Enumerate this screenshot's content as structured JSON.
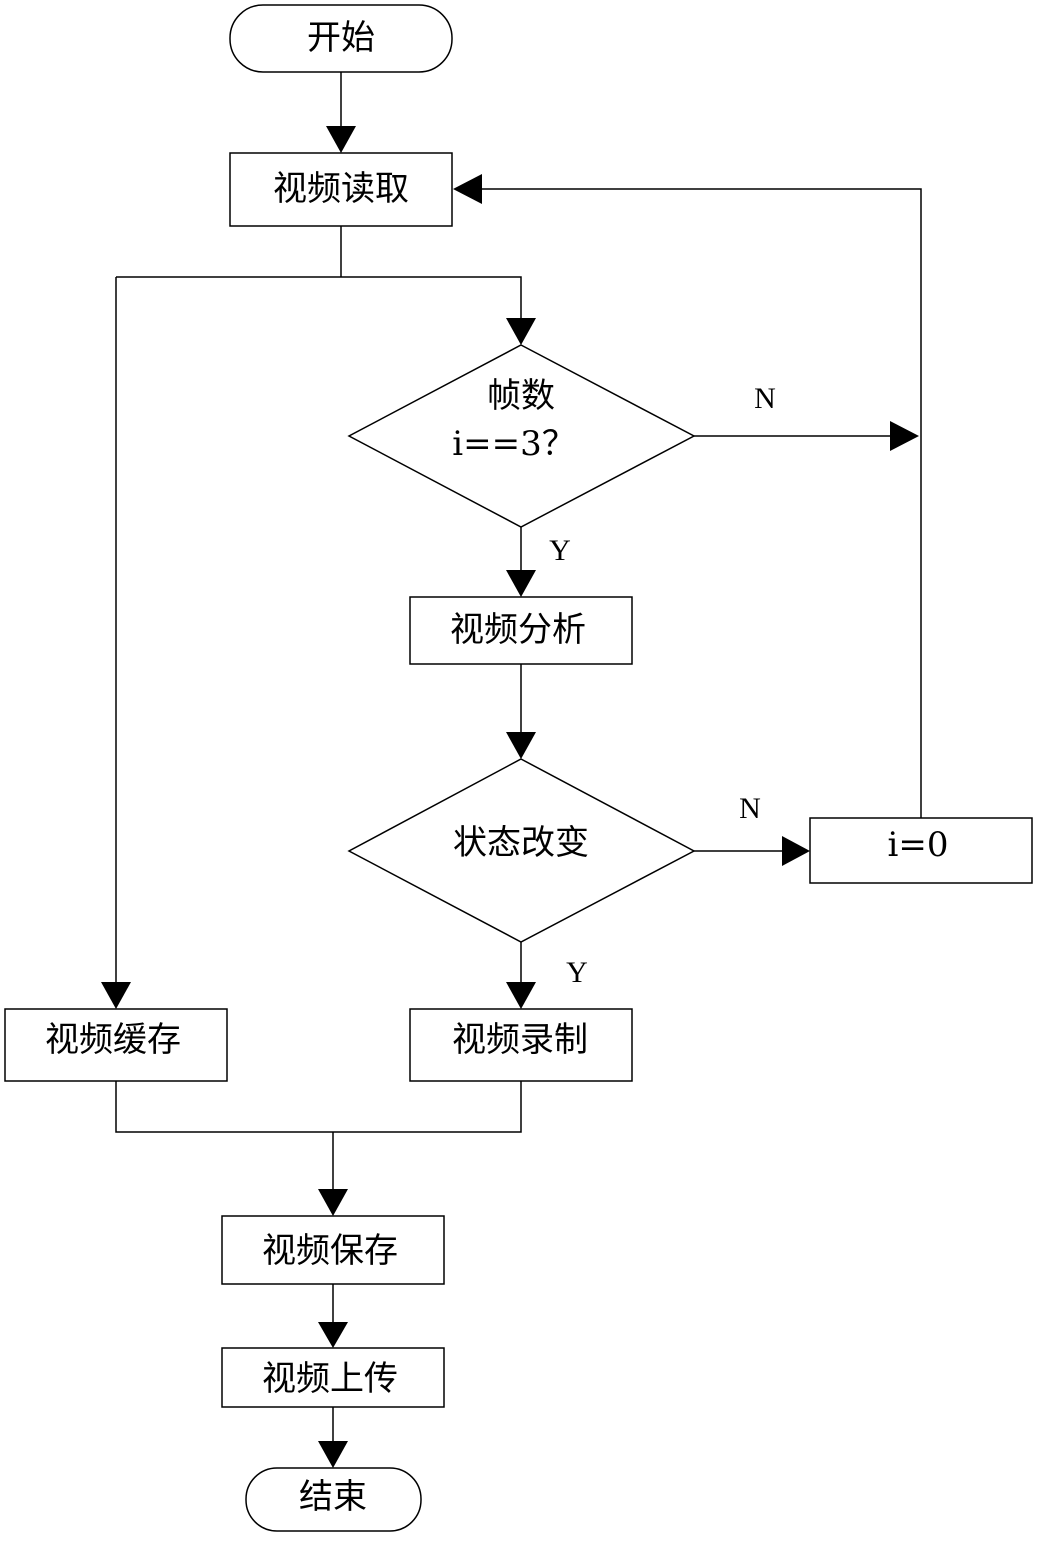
{
  "nodes": {
    "start": "开始",
    "video_read": "视频读取",
    "frame_check": [
      "帧数",
      "i==3？"
    ],
    "video_analyze": "视频分析",
    "state_change": "状态改变",
    "reset_counter": "i=0",
    "video_cache": "视频缓存",
    "video_record": "视频录制",
    "video_save": "视频保存",
    "video_upload": "视频上传",
    "end": "结束"
  },
  "edge_labels": {
    "frame_check_no": "N",
    "frame_check_yes": "Y",
    "state_change_no": "N",
    "state_change_yes": "Y"
  }
}
